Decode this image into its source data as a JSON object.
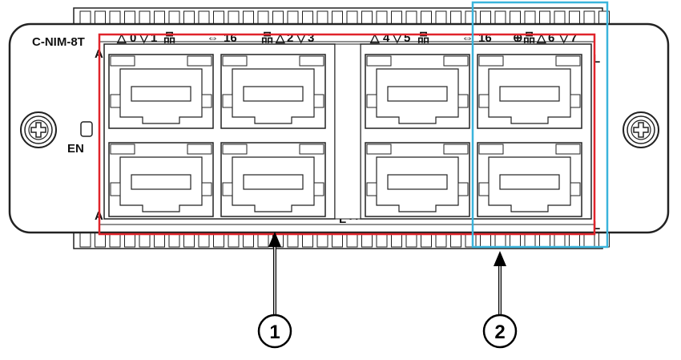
{
  "module": {
    "model_label": "C-NIM-8T",
    "enable_led_label": "EN",
    "port_labels_left": [
      "△",
      "0",
      "▽",
      "1",
      "品",
      "⇔",
      "16",
      "品",
      "△",
      "2",
      "▽",
      "3"
    ],
    "port_labels_right": [
      "△",
      "4",
      "▽",
      "5",
      "品",
      "⇔",
      "16",
      "⊕",
      "品",
      "△",
      "6",
      "▽",
      "7"
    ],
    "led_letters": {
      "a": "A",
      "l": "L"
    }
  },
  "callouts": [
    {
      "number": "1",
      "color": "#e0242b"
    },
    {
      "number": "2",
      "color": "#3ab4dc"
    }
  ]
}
